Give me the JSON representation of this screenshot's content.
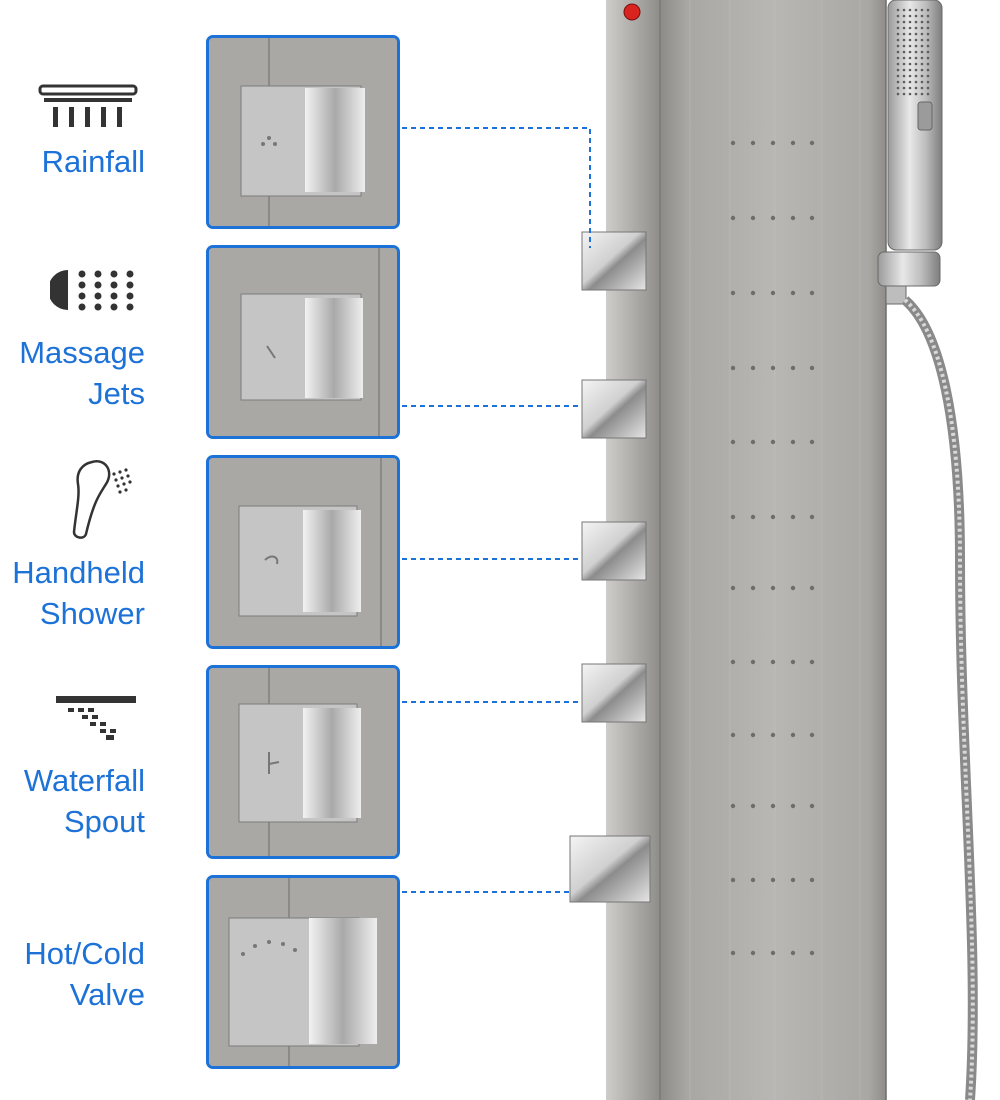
{
  "accent_color": "#1d72d8",
  "features": [
    {
      "icon": "rainfall-icon",
      "lines": [
        "Rainfall"
      ]
    },
    {
      "icon": "massage-jets-icon",
      "lines": [
        "Massage",
        "Jets"
      ]
    },
    {
      "icon": "handheld-shower-icon",
      "lines": [
        "Handheld",
        "Shower"
      ]
    },
    {
      "icon": "waterfall-spout-icon",
      "lines": [
        "Waterfall",
        "Spout"
      ]
    },
    {
      "icon": "hot-cold-valve-icon",
      "lines": [
        "Hot/Cold",
        "Valve"
      ]
    }
  ]
}
